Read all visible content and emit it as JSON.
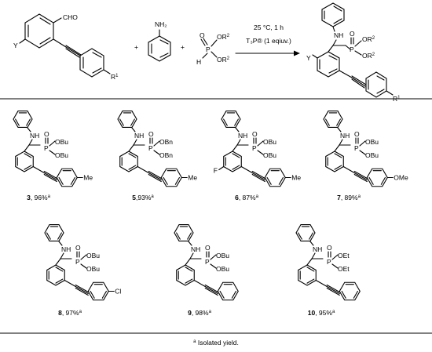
{
  "reaction": {
    "conditions_line1": "25 °C, 1 h",
    "conditions_line2": "T₃P® (1 eqiuv.)",
    "plus": "+",
    "aldehyde": {
      "cho": "CHO",
      "y": "Y",
      "r1": "R",
      "r1_sup": "1"
    },
    "aniline": {
      "nh2": "NH₂"
    },
    "phosphite": {
      "o": "O",
      "p": "P",
      "h": "H",
      "or2_a": "OR",
      "or2_b": "OR",
      "sup": "2"
    },
    "product": {
      "nh": "NH",
      "o": "O",
      "p": "P",
      "or2_a": "OR",
      "or2_b": "OR",
      "sup": "2",
      "y": "Y",
      "r1": "R",
      "r1_sup": "1"
    }
  },
  "compounds": [
    {
      "number": "3",
      "sep": ", ",
      "yield": "96%",
      "note": "a",
      "ester_a": "OBu",
      "ester_b": "OBu",
      "substituent": "Me",
      "y": ""
    },
    {
      "number": "5",
      "sep": ",",
      "yield": "93%",
      "note": "a",
      "ester_a": "OBn",
      "ester_b": "OBn",
      "substituent": "Me",
      "y": ""
    },
    {
      "number": "6",
      "sep": ", ",
      "yield": "87%",
      "note": "a",
      "ester_a": "OBu",
      "ester_b": "OBu",
      "substituent": "Me",
      "y": "F"
    },
    {
      "number": "7",
      "sep": ", ",
      "yield": "89%",
      "note": "a",
      "ester_a": "OBu",
      "ester_b": "OBu",
      "substituent": "OMe",
      "y": ""
    },
    {
      "number": "8",
      "sep": ", ",
      "yield": "97%",
      "note": "a",
      "ester_a": "OBu",
      "ester_b": "OBu",
      "substituent": "Cl",
      "y": ""
    },
    {
      "number": "9",
      "sep": ", ",
      "yield": "98%",
      "note": "a",
      "ester_a": "OBu",
      "ester_b": "OBu",
      "substituent": "",
      "y": ""
    },
    {
      "number": "10",
      "sep": ", ",
      "yield": "95%",
      "note": "a",
      "ester_a": "OEt",
      "ester_b": "OEt",
      "substituent": "",
      "y": ""
    }
  ],
  "molecule_labels": {
    "nh": "NH",
    "o": "O",
    "p": "P"
  },
  "footnote": {
    "mark": "a",
    "text": " Isolated yield."
  }
}
